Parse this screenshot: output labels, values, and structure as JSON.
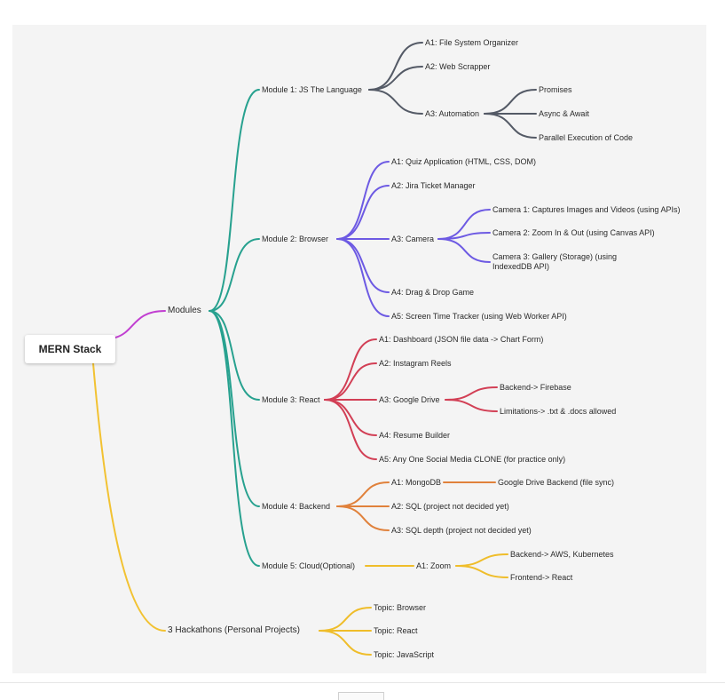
{
  "root": "MERN Stack",
  "colors": {
    "modules_branch": "#c13fd1",
    "hackathons_branch": "#f2c232",
    "module_links": "#27a18f",
    "module1": "#545a66",
    "module2": "#6d5ae3",
    "module3": "#d23f55",
    "module4": "#e0813b",
    "module5": "#efbd2a",
    "hackathons": "#efbd2a"
  },
  "modules": {
    "label": "Modules",
    "module1": {
      "label": "Module 1: JS The Language",
      "a1": "A1: File System Organizer",
      "a2": "A2: Web Scrapper",
      "a3": {
        "label": "A3: Automation",
        "items": [
          "Promises",
          "Async & Await",
          "Parallel Execution of Code"
        ]
      }
    },
    "module2": {
      "label": "Module 2: Browser",
      "a1": "A1: Quiz Application (HTML, CSS, DOM)",
      "a2": "A2: Jira Ticket Manager",
      "a3": {
        "label": "A3: Camera",
        "items": [
          "Camera 1: Captures Images and Videos (using APIs)",
          "Camera 2: Zoom In & Out (using Canvas API)",
          "Camera 3: Gallery (Storage) (using IndexedDB API)"
        ]
      },
      "a4": "A4: Drag & Drop Game",
      "a5": "A5: Screen Time Tracker (using Web Worker API)"
    },
    "module3": {
      "label": "Module 3: React",
      "a1": "A1: Dashboard (JSON file data -> Chart Form)",
      "a2": "A2: Instagram Reels",
      "a3": {
        "label": "A3: Google Drive",
        "items": [
          "Backend-> Firebase",
          "Limitations-> .txt & .docs allowed"
        ]
      },
      "a4": "A4: Resume Builder",
      "a5": "A5: Any One Social Media CLONE (for practice only)"
    },
    "module4": {
      "label": "Module 4: Backend",
      "a1": {
        "label": "A1: MongoDB",
        "items": [
          "Google Drive Backend (file sync)"
        ]
      },
      "a2": "A2: SQL (project not decided yet)",
      "a3": "A3: SQL depth  (project not decided yet)"
    },
    "module5": {
      "label": "Module 5: Cloud(Optional)",
      "a1": {
        "label": "A1: Zoom",
        "items": [
          "Backend-> AWS, Kubernetes",
          "Frontend-> React"
        ]
      }
    }
  },
  "hackathons": {
    "label": "3 Hackathons (Personal Projects)",
    "items": [
      "Topic: Browser",
      "Topic: React",
      "Topic: JavaScript"
    ]
  }
}
